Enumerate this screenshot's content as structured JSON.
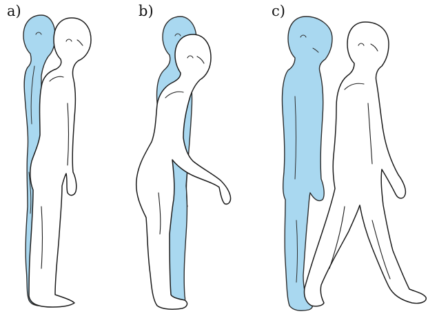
{
  "panels": [
    {
      "label": "a)"
    },
    {
      "label": "b)"
    },
    {
      "label": "c)"
    }
  ],
  "colors": {
    "reference_figure": "#a9d8f0",
    "outline": "#1a1a1a",
    "background": "#ffffff"
  }
}
